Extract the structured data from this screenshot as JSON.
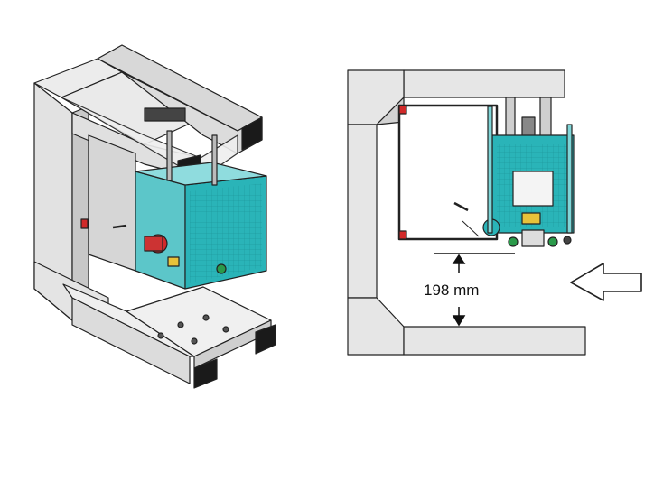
{
  "diagram": {
    "dimension_label": "198 mm",
    "colors": {
      "frame": "#e4e4e4",
      "frame_dark": "#bdbdbd",
      "outline": "#222222",
      "machine": "#2ab4b8",
      "machine_light": "#7fd6d8",
      "accent_red": "#d12a2a",
      "accent_yellow": "#e8c23a",
      "black_feet": "#1a1a1a"
    },
    "icons": [
      "isometric-press-frame",
      "front-view-press-frame",
      "insertion-arrow"
    ]
  }
}
